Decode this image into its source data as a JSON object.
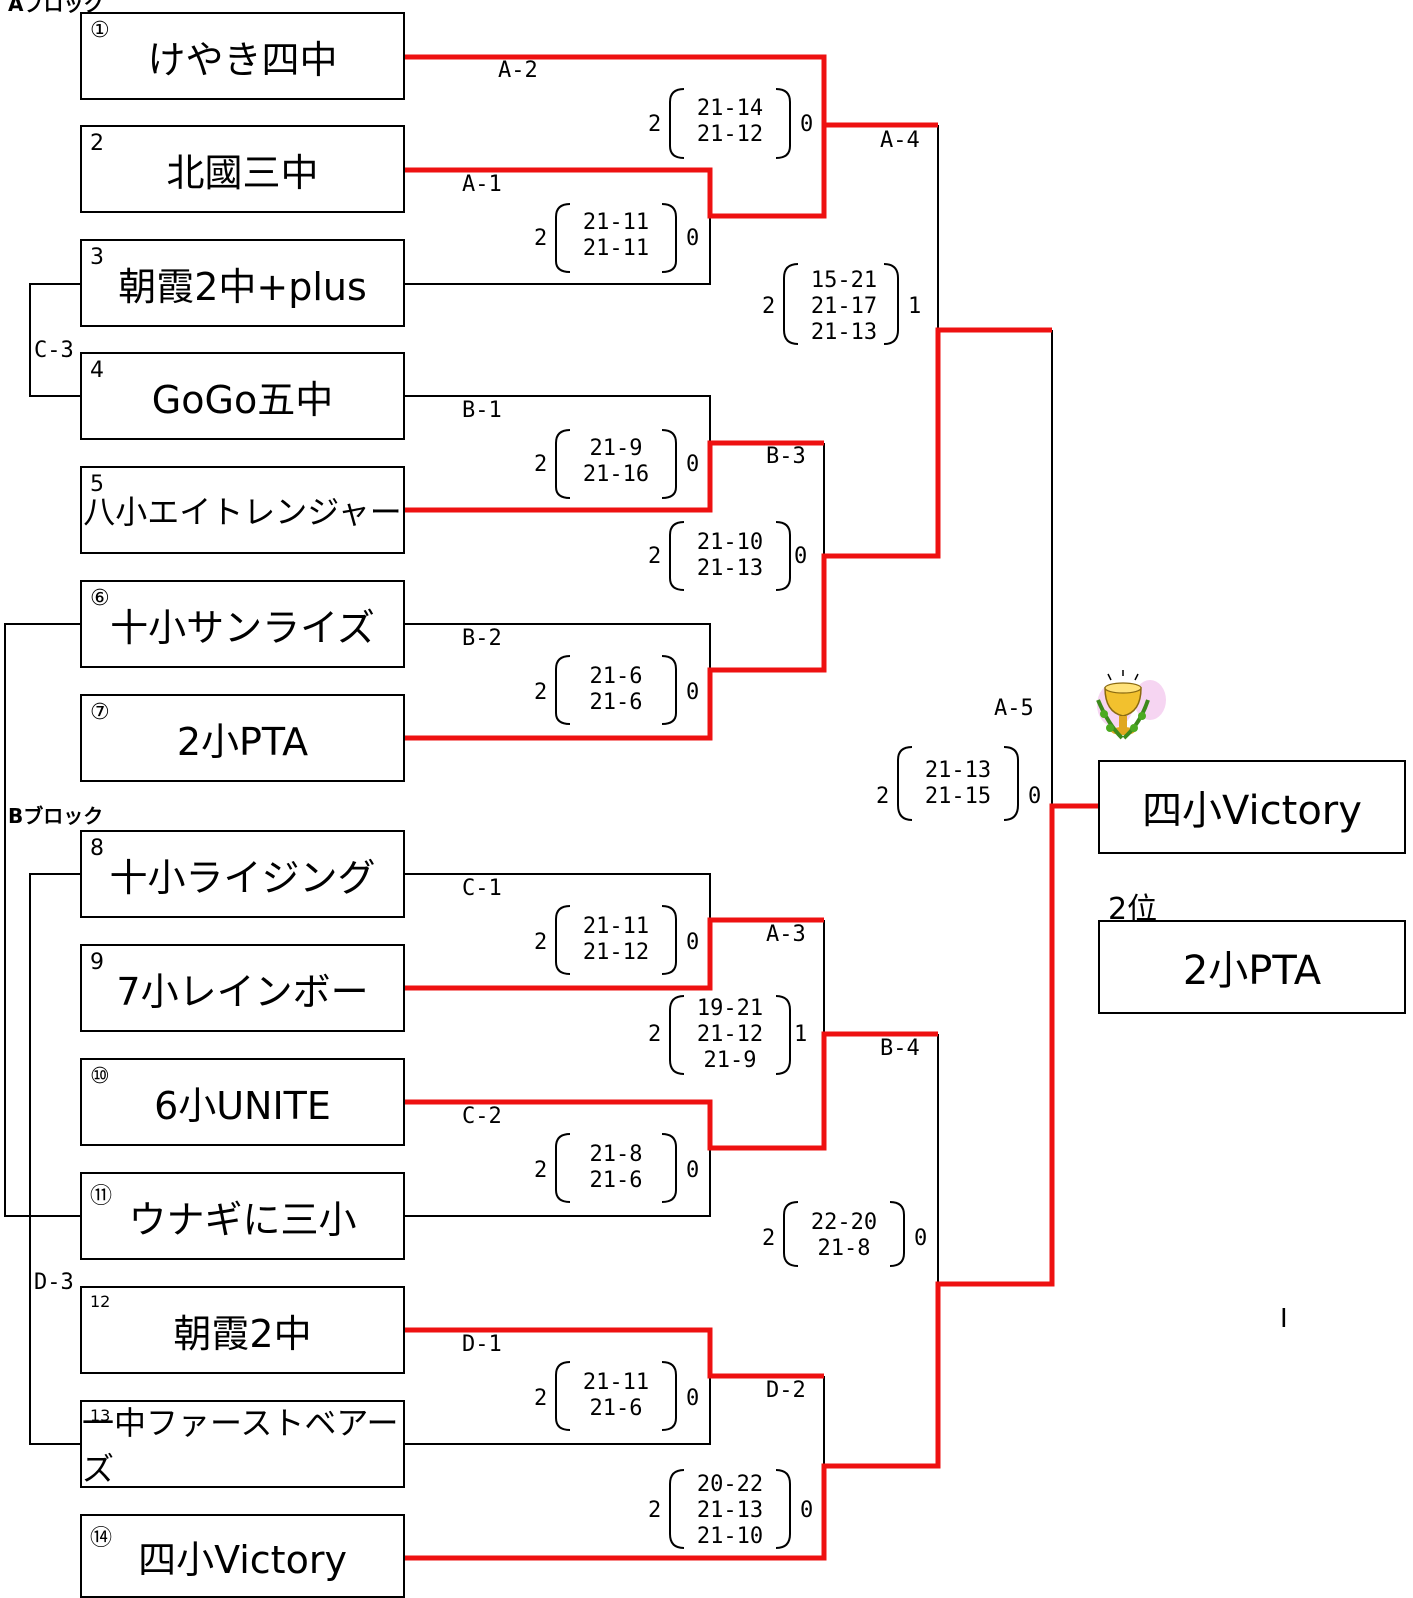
{
  "blocks": {
    "a": "Aブロック",
    "b": "Bブロック"
  },
  "teams": [
    {
      "seed": "①",
      "name": "けやき四中"
    },
    {
      "seed": "2",
      "name": "北國三中"
    },
    {
      "seed": "3",
      "name": "朝霞2中+plus"
    },
    {
      "seed": "4",
      "name": "GoGo五中"
    },
    {
      "seed": "5",
      "name": "八小エイトレンジャー"
    },
    {
      "seed": "⑥",
      "name": "十小サンライズ"
    },
    {
      "seed": "⑦",
      "name": "2小PTA"
    },
    {
      "seed": "8",
      "name": "十小ライジング"
    },
    {
      "seed": "9",
      "name": "7小レインボー"
    },
    {
      "seed": "⑩",
      "name": "6小UNITE"
    },
    {
      "seed": "⑪",
      "name": "ウナギに三小"
    },
    {
      "seed": "12",
      "name": "朝霞2中"
    },
    {
      "seed": "13",
      "name": "一中ファーストベアーズ"
    },
    {
      "seed": "⑭",
      "name": "四小Victory"
    }
  ],
  "matches": [
    {
      "label": "A-1",
      "left": "2",
      "sets": [
        "21-11",
        "21-11"
      ],
      "right": "0"
    },
    {
      "label": "A-2",
      "left": "2",
      "sets": [
        "21-14",
        "21-12"
      ],
      "right": "0"
    },
    {
      "label": "B-1",
      "left": "2",
      "sets": [
        "21-9",
        "21-16"
      ],
      "right": "0"
    },
    {
      "label": "B-2",
      "left": "2",
      "sets": [
        "21-6",
        "21-6"
      ],
      "right": "0"
    },
    {
      "label": "B-3",
      "left": "2",
      "sets": [
        "21-10",
        "21-13"
      ],
      "right": "0"
    },
    {
      "label": "A-4",
      "left": "2",
      "sets": [
        "15-21",
        "21-17",
        "21-13"
      ],
      "right": "1"
    },
    {
      "label": "C-1",
      "left": "2",
      "sets": [
        "21-11",
        "21-12"
      ],
      "right": "0"
    },
    {
      "label": "C-2",
      "left": "2",
      "sets": [
        "21-8",
        "21-6"
      ],
      "right": "0"
    },
    {
      "label": "A-3",
      "left": "2",
      "sets": [
        "19-21",
        "21-12",
        "21-9"
      ],
      "right": "1"
    },
    {
      "label": "D-1",
      "left": "2",
      "sets": [
        "21-11",
        "21-6"
      ],
      "right": "0"
    },
    {
      "label": "D-2",
      "left": "2",
      "sets": [
        "20-22",
        "21-13",
        "21-10"
      ],
      "right": "0"
    },
    {
      "label": "B-4",
      "left": "2",
      "sets": [
        "22-20",
        "21-8"
      ],
      "right": "0"
    },
    {
      "label": "A-5",
      "left": "2",
      "sets": [
        "21-13",
        "21-15"
      ],
      "right": "0"
    }
  ],
  "consolation": [
    "C-3",
    "D-3"
  ],
  "results": {
    "champion": "四小Victory",
    "second_label": "2位",
    "second": "2小PTA",
    "stray_mark": "I"
  },
  "colors": {
    "winner_line": "#ee1111",
    "line": "#000000",
    "trophy": "#f2c12e"
  }
}
